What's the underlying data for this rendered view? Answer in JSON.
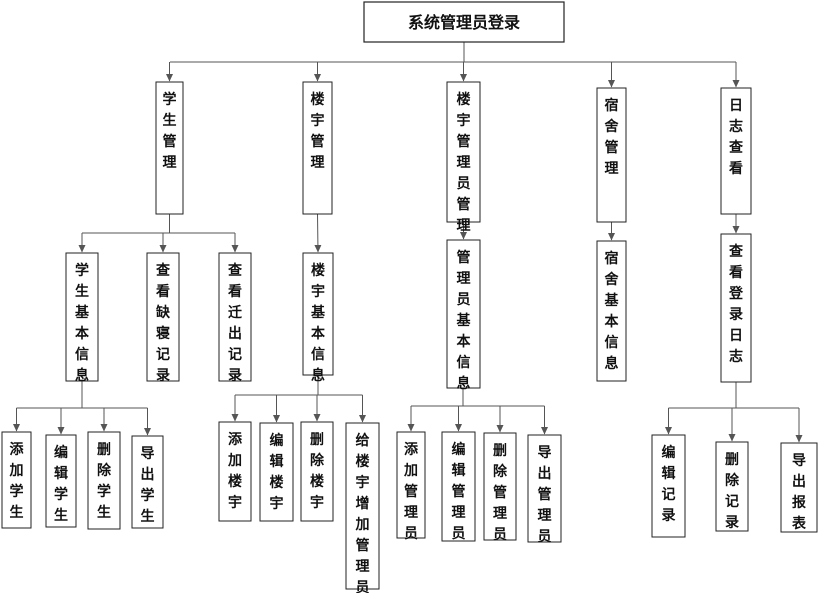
{
  "title": "系统管理员登录",
  "modules": [
    {
      "label": "学生管理",
      "sub": [
        {
          "label": "学生基本信息",
          "ops": [
            "添加学生",
            "编辑学生",
            "删除学生",
            "导出学生"
          ]
        },
        {
          "label": "查看缺寝记录"
        },
        {
          "label": "查看迁出记录"
        }
      ]
    },
    {
      "label": "楼宇管理",
      "sub": [
        {
          "label": "楼宇基本信息",
          "ops": [
            "添加楼宇",
            "编辑楼宇",
            "删除楼宇",
            "给楼宇增加管理员"
          ]
        }
      ]
    },
    {
      "label": "楼宇管理员管理",
      "sub": [
        {
          "label": "管理员基本信息",
          "ops": [
            "添加管理员",
            "编辑管理员",
            "删除管理员",
            "导出管理员"
          ]
        }
      ]
    },
    {
      "label": "宿舍管理",
      "sub": [
        {
          "label": "宿舍基本信息"
        }
      ]
    },
    {
      "label": "日志查看",
      "sub": [
        {
          "label": "查看登录日志",
          "ops": [
            "编辑记录",
            "删除记录",
            "导出报表"
          ]
        }
      ]
    }
  ],
  "colors": {
    "box_stroke": "#222222",
    "connector": "#555555",
    "text": "#111111",
    "background": "#ffffff"
  }
}
